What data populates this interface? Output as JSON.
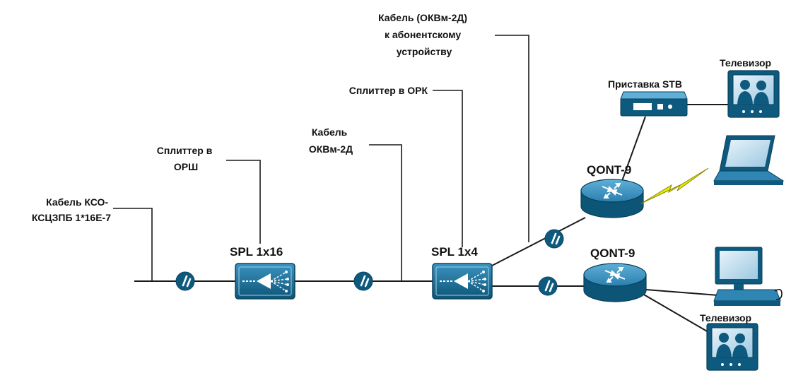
{
  "labels": {
    "kabel_kso": [
      "Кабель КСО-",
      "КСЦЗПБ 1*16Е-7"
    ],
    "splitter_orsh": [
      "Сплиттер в",
      "ОРШ"
    ],
    "kabel_okvm": [
      "Кабель",
      "ОКВм-2Д"
    ],
    "splitter_ork": [
      "Сплиттер в ОРК"
    ],
    "kabel_abon": [
      "Кабель (ОКВм-2Д)",
      "к абонентскому",
      "устройству"
    ],
    "spl_1x16": "SPL 1x16",
    "spl_1x4": "SPL 1x4",
    "qont_top": "QONT-9",
    "qont_bottom": "QONT-9",
    "stb": "Приставка STB",
    "tv_top": "Телевизор",
    "tv_bottom": "Телевизор"
  },
  "colors": {
    "device_dark": "#0e5a7e",
    "device_light": "#2f86b3",
    "line": "#1a1a1a",
    "lightning": "#e8e60a"
  },
  "icons": [
    "connector-icon",
    "splitter-icon",
    "router-icon",
    "stb-box-icon",
    "tv-icon",
    "laptop-icon",
    "desktop-computer-icon",
    "wireless-link-icon"
  ]
}
